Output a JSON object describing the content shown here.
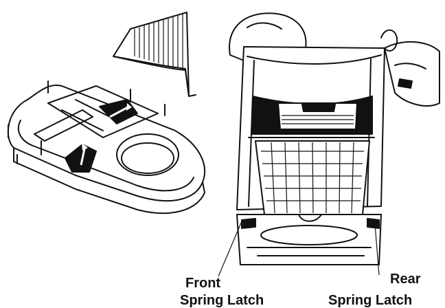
{
  "labels": {
    "front_1": "Front",
    "front_2": "Spring Latch",
    "rear_1": "Rear",
    "rear_2": "Spring Latch"
  },
  "colors": {
    "ink": "#111111",
    "paper": "#ffffff"
  }
}
